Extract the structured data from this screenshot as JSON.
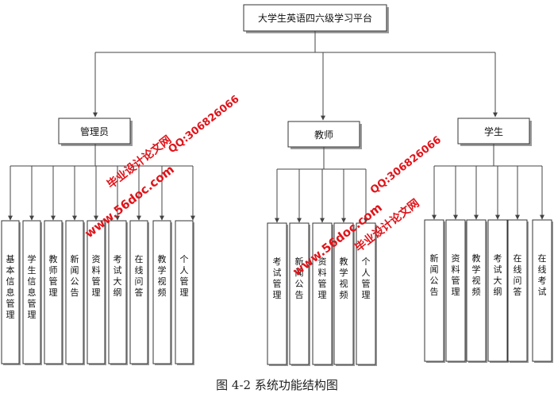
{
  "root": {
    "label": "大学生英语四六级学习平台"
  },
  "groups": [
    {
      "key": "admin",
      "label": "管理员",
      "children": [
        "基本信息管理",
        "学生信息管理",
        "教师管理",
        "新闻公告",
        "资料管理",
        "考试大纲",
        "在线问答",
        "教学视频",
        "个人管理"
      ]
    },
    {
      "key": "teacher",
      "label": "教师",
      "children": [
        "考试管理",
        "新闻公告",
        "资料管理",
        "教学视频",
        "个人管理"
      ]
    },
    {
      "key": "student",
      "label": "学生",
      "children": [
        "新闻公告",
        "资料管理",
        "教学视频",
        "考试大纲",
        "在线问答",
        "在线考试"
      ]
    }
  ],
  "caption": "图 4-2 系统功能结构图",
  "watermarks": [
    {
      "site": "www.56doc.com",
      "qq": "QQ:306826066",
      "brand": "毕业设计论文网"
    },
    {
      "site": "www.56doc.com",
      "qq": "QQ:306826066",
      "brand": "毕业设计论文网"
    }
  ],
  "colors": {
    "watermark": "#e0141a",
    "line": "#444444",
    "border": "#333333"
  }
}
